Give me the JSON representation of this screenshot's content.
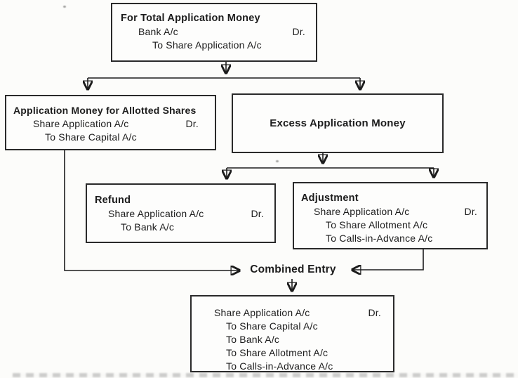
{
  "colors": {
    "ink": "#1c1c1c",
    "box_border": "#2a2a2a",
    "background": "#fcfcfa"
  },
  "labels": {
    "combined_entry": "Combined Entry",
    "dr_abbrev": "Dr."
  },
  "boxes": {
    "total": {
      "title": "For Total Application Money",
      "debit_account": "Bank A/c",
      "dr": "Dr.",
      "credit_lines": [
        "To Share Application A/c"
      ]
    },
    "allotted": {
      "title": "Application Money for Allotted Shares",
      "debit_account": "Share Application A/c",
      "dr": "Dr.",
      "credit_lines": [
        "To Share Capital A/c"
      ]
    },
    "excess": {
      "title": "Excess Application Money"
    },
    "refund": {
      "title": "Refund",
      "debit_account": "Share Application A/c",
      "dr": "Dr.",
      "credit_lines": [
        "To Bank A/c"
      ]
    },
    "adjustment": {
      "title": "Adjustment",
      "debit_account": "Share Application A/c",
      "dr": "Dr.",
      "credit_lines": [
        "To Share Allotment A/c",
        "To Calls-in-Advance A/c"
      ]
    },
    "combined": {
      "debit_account": "Share Application A/c",
      "dr": "Dr.",
      "credit_lines": [
        "To Share Capital A/c",
        "To Bank A/c",
        "To Share Allotment A/c",
        "To Calls-in-Advance A/c"
      ]
    }
  }
}
